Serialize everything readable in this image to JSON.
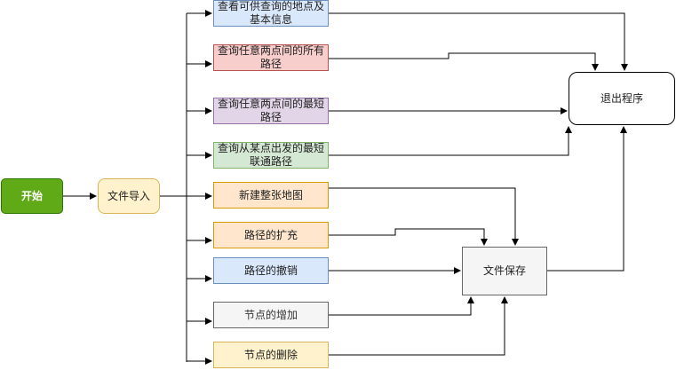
{
  "nodes": {
    "start": "开始",
    "file_import": "文件导入",
    "query_places": "查看可供查询的地点及基本信息",
    "query_all_paths": "查询任意两点间的所有路径",
    "query_shortest": "查询任意两点间的最短路径",
    "query_from_point": "查询从某点出发的最短联通路径",
    "new_map": "新建整张地图",
    "path_extend": "路径的扩充",
    "path_undo": "路径的撤销",
    "node_add": "节点的增加",
    "node_delete": "节点的删除",
    "file_save": "文件保存",
    "exit": "退出程序"
  },
  "colors": {
    "start_fill": "#60a917",
    "import_fill": "#fff2cc",
    "blue_fill": "#dae8fc",
    "red_fill": "#f8cecc",
    "purple_fill": "#e1d5e7",
    "green_fill": "#d5e8d4",
    "orange_fill": "#ffe6cc",
    "gray_fill": "#f5f5f5",
    "yellow_fill": "#fff2cc"
  }
}
